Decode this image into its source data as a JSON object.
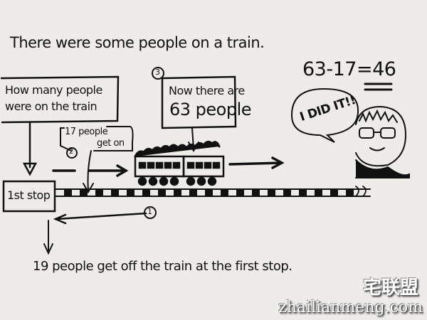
{
  "title": "There were some people on a train.",
  "question_box": "How many people were on the train",
  "answer_box": {
    "line1": "Now there are",
    "line2": "63 people"
  },
  "equation": "63-17=46",
  "speech_bubble": "I DID IT!!",
  "got_on_label": {
    "line1": "17 people",
    "line2": "get on"
  },
  "stop_box": "1st stop",
  "got_off_text": "19 people get off the train at the first stop.",
  "step_markers": [
    "1",
    "2",
    "3"
  ],
  "watermark": {
    "chinese": "宅联盟",
    "url": "zhailianmeng.com"
  }
}
